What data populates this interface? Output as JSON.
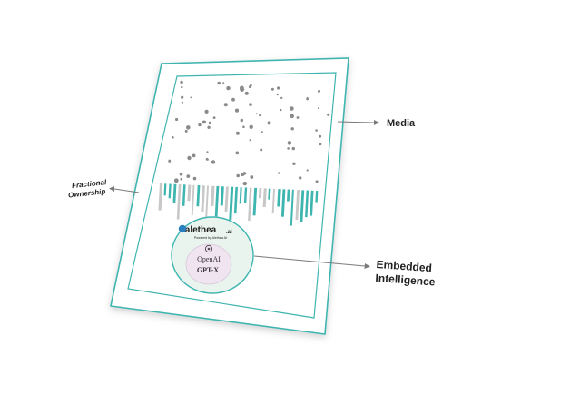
{
  "labels": {
    "media": "Media",
    "fractional_line1": "Fractional",
    "fractional_line2": "Ownership",
    "embedded_line1": "Embedded",
    "embedded_line2": "Intelligence"
  },
  "badge": {
    "brand": "alethea",
    "brand_suffix": ".ai",
    "tagline": "Powered by Alethea AI",
    "provider": "OpenAI",
    "model": "GPT-X"
  },
  "colors": {
    "frame": "#3fb5b0",
    "frame_inner": "#7fcfca",
    "dots": "#8a8a8a",
    "badge_fill": "#e9f4ef",
    "disc_fill": "#efe4f0",
    "arrow": "#7a7a7a",
    "text": "#1f1f1f"
  }
}
